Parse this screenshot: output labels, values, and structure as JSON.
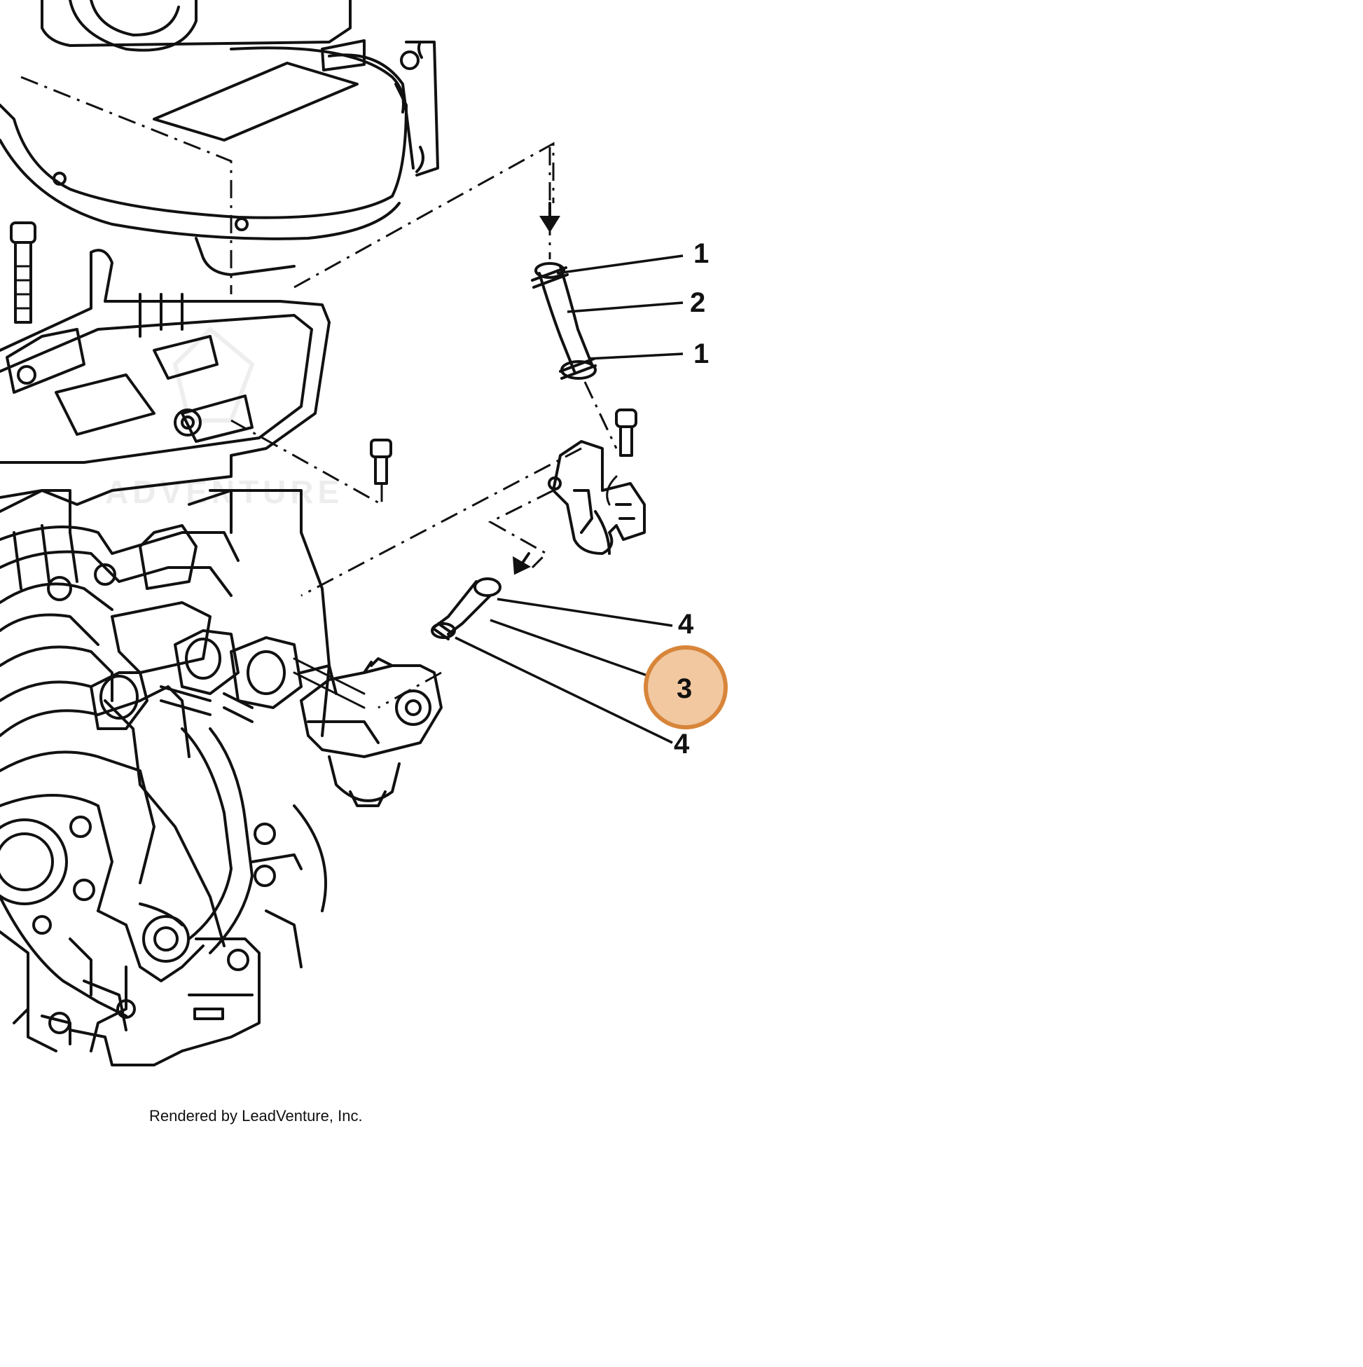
{
  "diagram": {
    "callouts": [
      {
        "id": "c1a",
        "label": "1"
      },
      {
        "id": "c2",
        "label": "2"
      },
      {
        "id": "c1b",
        "label": "1"
      },
      {
        "id": "c4a",
        "label": "4"
      },
      {
        "id": "c3",
        "label": "3",
        "highlighted": true
      },
      {
        "id": "c4b",
        "label": "4"
      }
    ],
    "highlight_color": "#d8853a",
    "highlight_fill": "#f1c8a0"
  },
  "footer": {
    "credit": "Rendered by LeadVenture, Inc."
  }
}
